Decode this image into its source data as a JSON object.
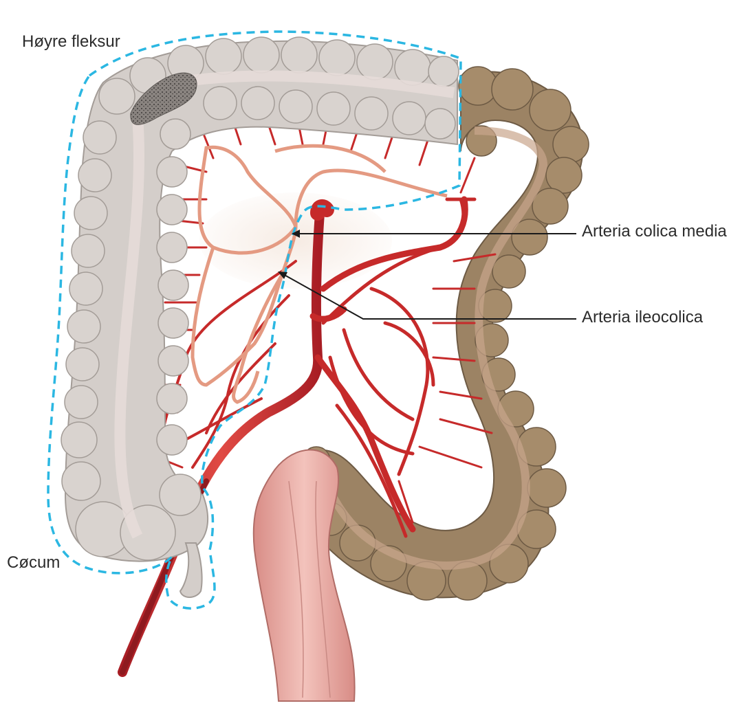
{
  "labels": {
    "right_flexure": "Høyre fleksur",
    "cecum": "Cøcum",
    "middle_colic_artery": "Arteria colica media",
    "ileocolic_artery": "Arteria ileocolica"
  },
  "colors": {
    "resected_colon": "#d4ceca",
    "remaining_colon": "#9c8364",
    "artery": "#c62a2a",
    "dark_artery": "#8e1a1f",
    "cut_vessel": "#e49a82",
    "rectum": "#e6a59f",
    "resection_outline": "#2bb7e2",
    "tumor": "#6f6a66"
  }
}
